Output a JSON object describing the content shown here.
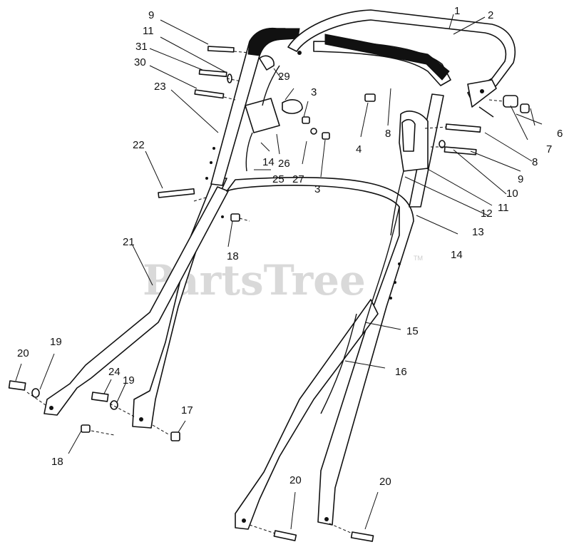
{
  "watermark": {
    "text": "PartsTree",
    "tm": "TM"
  },
  "callouts": [
    "1",
    "2",
    "3",
    "3",
    "4",
    "6",
    "7",
    "8",
    "8",
    "9",
    "9",
    "10",
    "11",
    "11",
    "12",
    "13",
    "14",
    "14",
    "15",
    "16",
    "17",
    "18",
    "18",
    "19",
    "19",
    "20",
    "20",
    "20",
    "21",
    "22",
    "23",
    "24",
    "25",
    "26",
    "27",
    "29",
    "30",
    "31"
  ]
}
